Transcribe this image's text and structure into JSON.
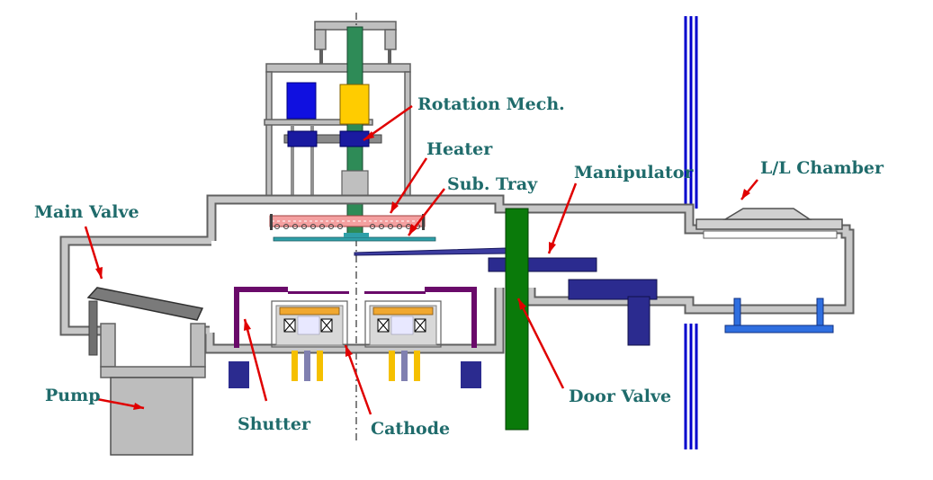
{
  "diagram": {
    "labels": {
      "rotation_mech": "Rotation Mech.",
      "heater": "Heater",
      "sub_tray": "Sub. Tray",
      "manipulator": "Manipulator",
      "ll_chamber": "L/L Chamber",
      "main_valve": "Main Valve",
      "pump": "Pump",
      "shutter": "Shutter",
      "cathode": "Cathode",
      "door_valve": "Door Valve"
    },
    "colors": {
      "label_text": "#1f6b6b",
      "arrow": "#e00000",
      "chamber_wall": "#606060",
      "chamber_fill": "#c8c8c8",
      "shaft_green": "#2e8b57",
      "door_valve_green": "#0a7a0a",
      "motor_blue": "#1010e0",
      "motor_yellow": "#ffcc00",
      "manipulator_navy": "#2b2b8f",
      "shutter_purple": "#6a0a6a",
      "heater_pink": "#f4a0a0",
      "tray_teal": "#2f9fa8",
      "ll_blue": "#2f6fe0",
      "pump_gray": "#bdbdbd"
    }
  }
}
